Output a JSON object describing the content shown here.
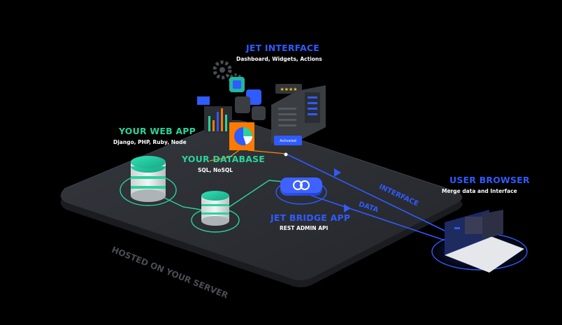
{
  "diagram": {
    "jet_interface": {
      "title": "JET INTERFACE",
      "subtitle": "Dashboard, Widgets, Actions"
    },
    "web_app": {
      "title": "YOUR WEB APP",
      "subtitle": "Django, PHP, Ruby, Node"
    },
    "database": {
      "title": "YOUR DATABASE",
      "subtitle": "SQL, NoSQL"
    },
    "bridge": {
      "title": "JET BRIDGE APP",
      "subtitle": "REST ADMIN API"
    },
    "browser": {
      "title": "USER BROWSER",
      "subtitle": "Merge data and Interface"
    },
    "edges": {
      "interface": "INTERFACE",
      "data": "DATA"
    },
    "platform": {
      "label": "HOSTED ON YOUR SERVER"
    },
    "widget": {
      "activated": "Activated",
      "rating": "★★★★"
    }
  },
  "colors": {
    "background": "#000000",
    "accent_blue": "#2f5bff",
    "accent_green": "#2bd39a",
    "platform": "#2a2c31"
  }
}
